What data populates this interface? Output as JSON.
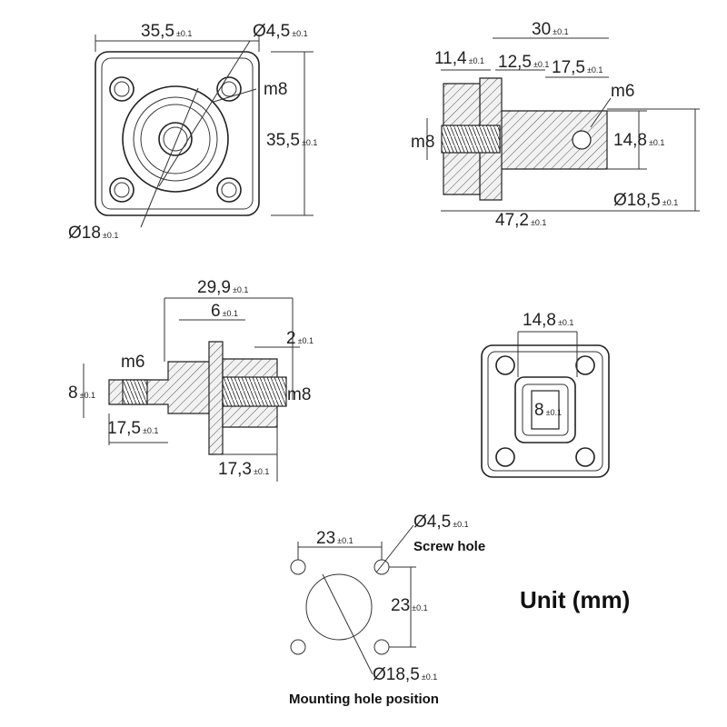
{
  "colors": {
    "line": "#333333",
    "text": "#222222",
    "background": "#ffffff"
  },
  "tolerance": "±0.1",
  "front_view": {
    "width": "35,5",
    "height": "35,5",
    "screw_hole": "Ø4,5",
    "thread": "m8",
    "flange_dia": "Ø18"
  },
  "side_view": {
    "total_top": "30",
    "seg1": "11,4",
    "seg2": "12,5",
    "seg3": "17,5",
    "thread_right": "m6",
    "thread_left": "m8",
    "inner_dia": "14,8",
    "outer_dia": "Ø18,5",
    "total_length": "47,2"
  },
  "section_view": {
    "total_top": "29,9",
    "seg": "6",
    "flange": "2",
    "thread_left": "m6",
    "height_left": "8",
    "thread_right": "m8",
    "len_left": "17,5",
    "len_right": "17,3"
  },
  "end_view": {
    "width": "14,8",
    "flat": "8"
  },
  "mounting": {
    "hole_spacing_x": "23",
    "hole_spacing_y": "23",
    "screw_hole_dia": "Ø4,5",
    "screw_hole_label": "Screw hole",
    "center_dia": "Ø18,5",
    "title": "Mounting hole position"
  },
  "unit_label": "Unit (mm)"
}
